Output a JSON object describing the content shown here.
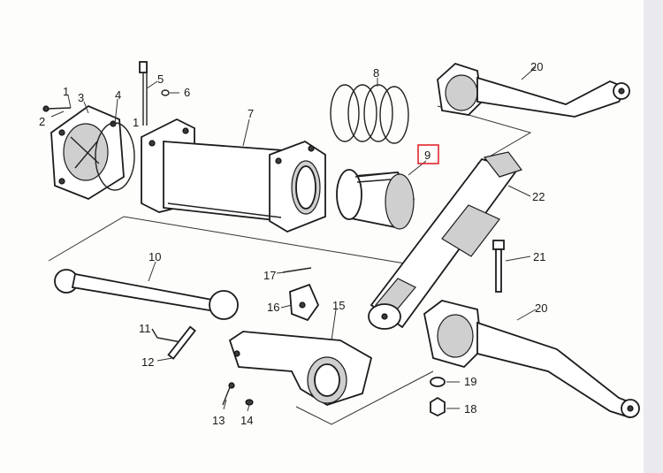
{
  "labels": {
    "n1": "1",
    "n2": "2",
    "n3": "3",
    "n4": "4",
    "n5": "5",
    "n6": "6",
    "n7": "7",
    "n8": "8",
    "n9": "9",
    "n10": "10",
    "n11": "11",
    "n12": "12",
    "n13": "13",
    "n14": "14",
    "n15": "15",
    "n16": "16",
    "n17": "17",
    "n18": "18",
    "n19": "19",
    "n20a": "20",
    "n20b": "20",
    "n21": "21",
    "n22": "22",
    "n1b": "1"
  },
  "highlight": {
    "label": "9",
    "color": "#e0262d"
  }
}
